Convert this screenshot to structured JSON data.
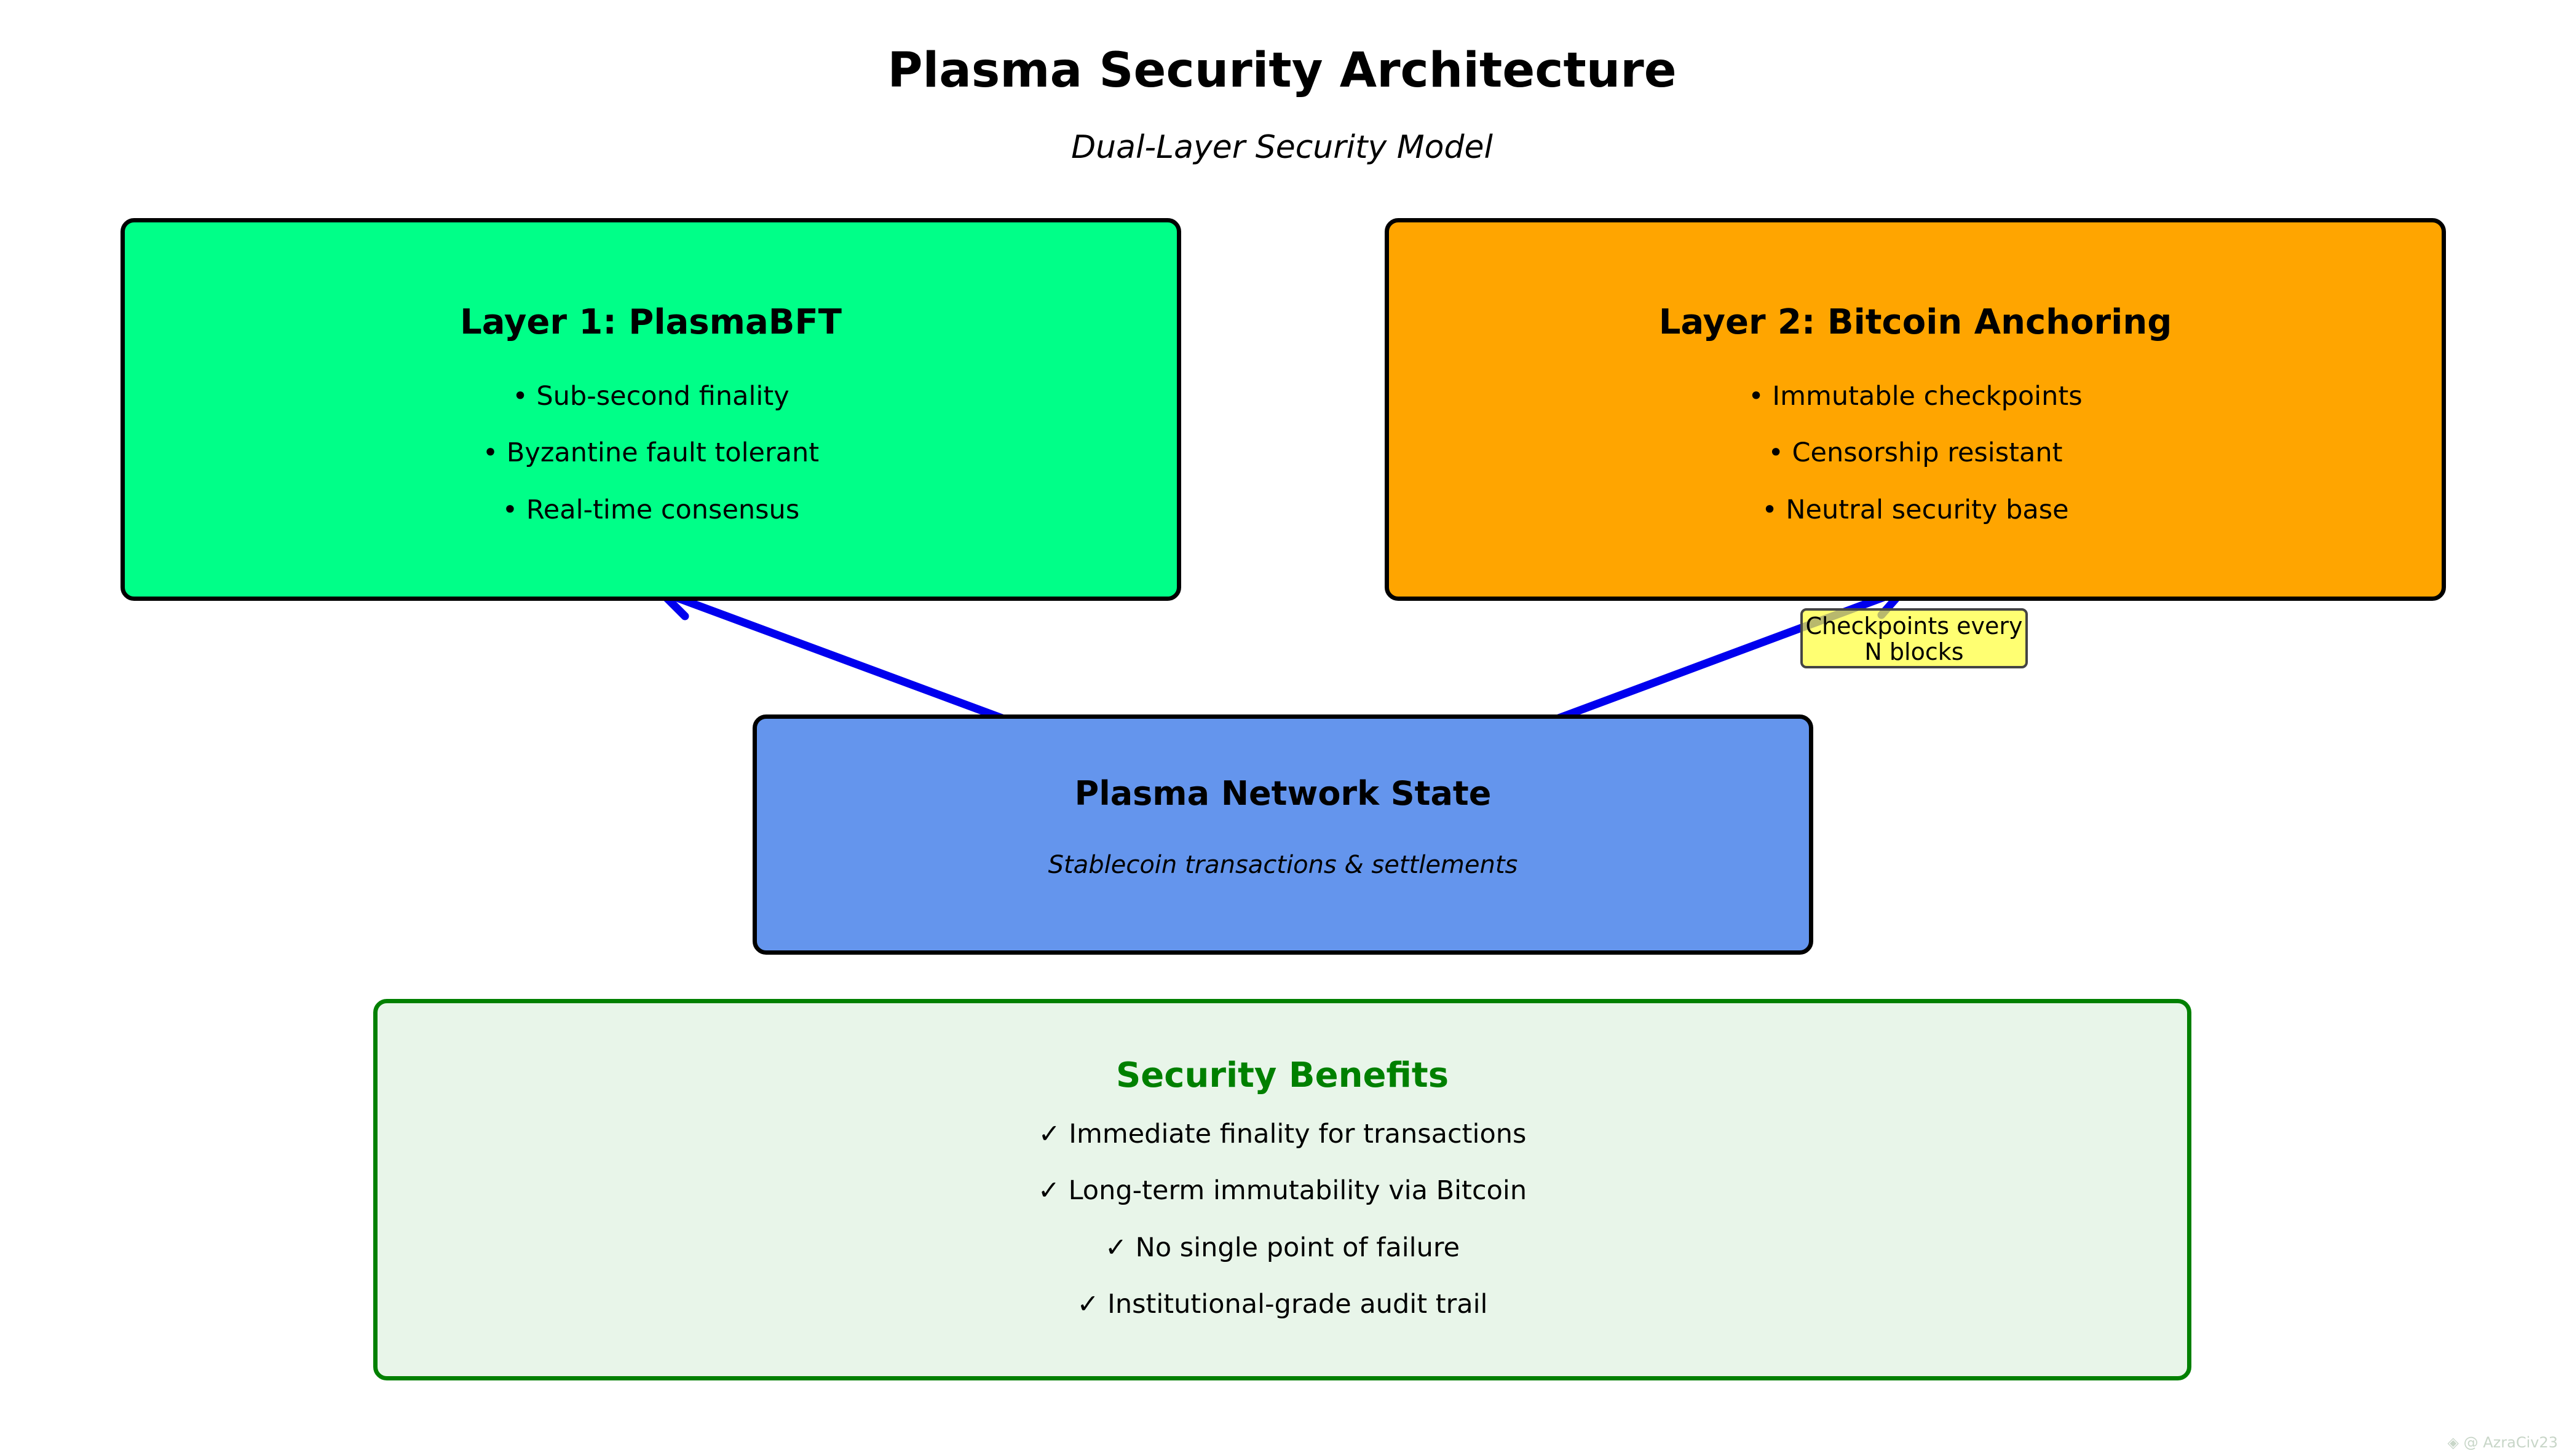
{
  "header": {
    "title": "Plasma Security Architecture",
    "subtitle": "Dual-Layer Security Model"
  },
  "layer1": {
    "title": "Layer 1: PlasmaBFT",
    "items": [
      "• Sub-second finality",
      "• Byzantine fault tolerant",
      "• Real-time consensus"
    ],
    "fill_color": "#00FF88"
  },
  "layer2": {
    "title": "Layer 2: Bitcoin Anchoring",
    "items": [
      "• Immutable checkpoints",
      "• Censorship resistant",
      "• Neutral security base"
    ],
    "fill_color": "#FFA500"
  },
  "network_state": {
    "title": "Plasma Network State",
    "description": "Stablecoin transactions & settlements",
    "fill_color": "#6495ED"
  },
  "checkpoint_label": {
    "line1": "Checkpoints every",
    "line2": "N blocks"
  },
  "connections": [
    {
      "from": "network_state",
      "to": "layer1",
      "color": "#0000EE"
    },
    {
      "from": "network_state",
      "to": "layer2",
      "color": "#0000EE",
      "label": "Checkpoints every N blocks"
    }
  ],
  "benefits": {
    "title": "Security Benefits",
    "title_color": "#008000",
    "items": [
      "✓ Immediate finality for transactions",
      "✓ Long-term immutability via Bitcoin",
      "✓ No single point of failure",
      "✓ Institutional-grade audit trail"
    ],
    "fill_color": "#E8F5E9",
    "border_color": "#008000"
  },
  "watermark": {
    "text": "@ AzraCiv23"
  }
}
